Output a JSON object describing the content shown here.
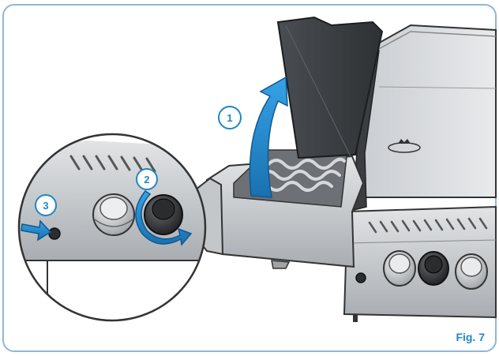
{
  "figure": {
    "label": "Fig. 7",
    "accent_color": "#1f86c8",
    "frame_color": "#8fb7d6"
  },
  "steps": [
    {
      "number": "1",
      "icon": "curved-up-arrow-icon"
    },
    {
      "number": "2",
      "icon": "rotate-arrow-icon"
    },
    {
      "number": "3",
      "icon": "push-arrow-icon"
    }
  ],
  "brand_logo": "napoleon-logo-icon"
}
